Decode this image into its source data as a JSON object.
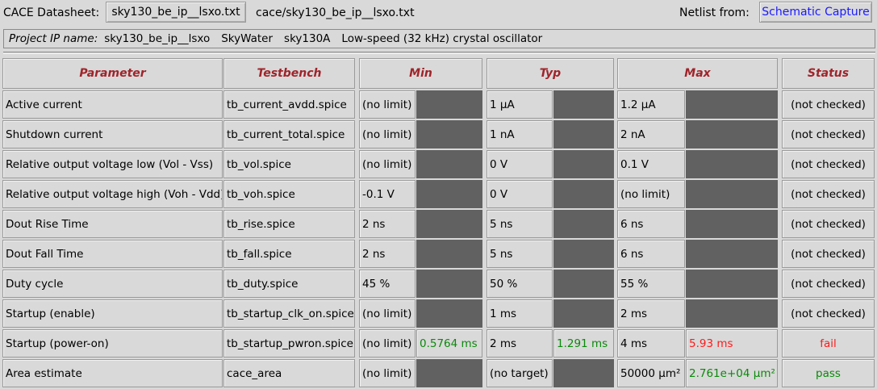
{
  "toolbar": {
    "datasheet_label": "CACE Datasheet:",
    "datasheet_file": "sky130_be_ip__lsxo.txt",
    "datasheet_path": "cace/sky130_be_ip__lsxo.txt",
    "netlist_label": "Netlist from:",
    "netlist_source": "Schematic Capture"
  },
  "project": {
    "label": "Project IP name:",
    "name": "sky130_be_ip__lsxo",
    "foundry": "SkyWater",
    "process": "sky130A",
    "description": "Low-speed (32 kHz) crystal oscillator"
  },
  "table": {
    "headers": [
      "Parameter",
      "Testbench",
      "Min",
      "Typ",
      "Max",
      "Status"
    ],
    "rows": [
      {
        "parameter": "Active current",
        "testbench": "tb_current_avdd.spice",
        "min": "(no limit)",
        "min_result": "",
        "typ": "1 µA",
        "typ_result": "",
        "max": "1.2 µA",
        "max_result": "",
        "status": "(not checked)"
      },
      {
        "parameter": "Shutdown current",
        "testbench": "tb_current_total.spice",
        "min": "(no limit)",
        "min_result": "",
        "typ": "1 nA",
        "typ_result": "",
        "max": "2 nA",
        "max_result": "",
        "status": "(not checked)"
      },
      {
        "parameter": "Relative output voltage low (Vol - Vss)",
        "testbench": "tb_vol.spice",
        "min": "(no limit)",
        "min_result": "",
        "typ": "0 V",
        "typ_result": "",
        "max": "0.1 V",
        "max_result": "",
        "status": "(not checked)"
      },
      {
        "parameter": "Relative output voltage high (Voh - Vdd)",
        "testbench": "tb_voh.spice",
        "min": "-0.1 V",
        "min_result": "",
        "typ": "0 V",
        "typ_result": "",
        "max": "(no limit)",
        "max_result": "",
        "status": "(not checked)"
      },
      {
        "parameter": "Dout Rise Time",
        "testbench": "tb_rise.spice",
        "min": "2 ns",
        "min_result": "",
        "typ": "5 ns",
        "typ_result": "",
        "max": "6 ns",
        "max_result": "",
        "status": "(not checked)"
      },
      {
        "parameter": "Dout Fall Time",
        "testbench": "tb_fall.spice",
        "min": "2 ns",
        "min_result": "",
        "typ": "5 ns",
        "typ_result": "",
        "max": "6 ns",
        "max_result": "",
        "status": "(not checked)"
      },
      {
        "parameter": "Duty cycle",
        "testbench": "tb_duty.spice",
        "min": "45 %",
        "min_result": "",
        "typ": "50 %",
        "typ_result": "",
        "max": "55 %",
        "max_result": "",
        "status": "(not checked)"
      },
      {
        "parameter": "Startup (enable)",
        "testbench": "tb_startup_clk_on.spice",
        "min": "(no limit)",
        "min_result": "",
        "typ": "1 ms",
        "typ_result": "",
        "max": "2 ms",
        "max_result": "",
        "status": "(not checked)"
      },
      {
        "parameter": "Startup (power-on)",
        "testbench": "tb_startup_pwron.spice",
        "min": "(no limit)",
        "min_result": "0.5764 ms",
        "typ": "2 ms",
        "typ_result": "1.291 ms",
        "max": "4 ms",
        "max_result": "5.93 ms",
        "max_result_color": "#ff1a1a",
        "status": "fail"
      },
      {
        "parameter": "Area estimate",
        "testbench": "cace_area",
        "min": "(no limit)",
        "min_result": "",
        "typ": "(no target)",
        "typ_result": "",
        "max": "50000 µm²",
        "max_result": "2.761e+04 µm²",
        "max_result_color": "#0a8a0a",
        "status": "pass"
      }
    ]
  },
  "colors": {
    "header_text": "#a0242a",
    "pass": "#0a8a0a",
    "fail": "#ff1a1a",
    "result_good": "#0a8a0a",
    "link_blue": "#1a1aff"
  }
}
